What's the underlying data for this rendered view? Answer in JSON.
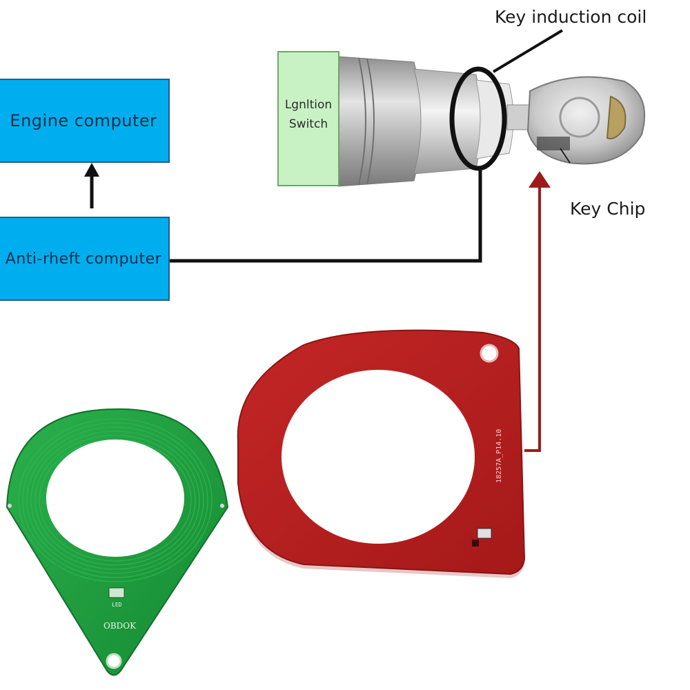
{
  "diagram": {
    "engine_box": "Engine computer",
    "anti_theft_box": "Anti-rheft computer",
    "ignition_switch": [
      "Lgnltion",
      "Switch"
    ],
    "key_coil_label": "Key induction coil",
    "key_chip_label": "Key Chip",
    "pcb_brand": "OBDOK",
    "pcb_led": "LED",
    "red_pcb_code": "18257A_P14.10"
  },
  "colors": {
    "box_fill": "#00aeef",
    "switch_fill": "#c9f2c4",
    "arrow_red": "#9b1b1b",
    "green_pcb": "#1e9d3e",
    "red_pcb": "#b41f1f"
  }
}
